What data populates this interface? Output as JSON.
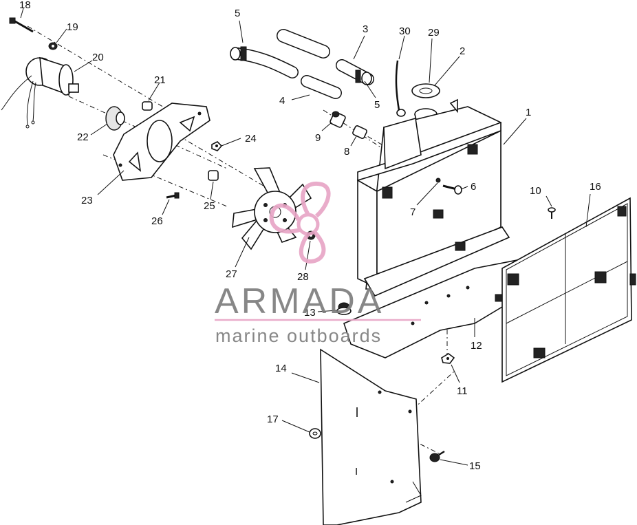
{
  "diagram": {
    "callouts": [
      "1",
      "2",
      "3",
      "4",
      "5",
      "5",
      "6",
      "7",
      "8",
      "9",
      "10",
      "11",
      "12",
      "13",
      "14",
      "15",
      "16",
      "17",
      "18",
      "19",
      "20",
      "21",
      "22",
      "23",
      "24",
      "25",
      "26",
      "27",
      "28",
      "29",
      "30"
    ],
    "panel_marking": "I"
  },
  "watermark": {
    "brand": "ARMADA",
    "tagline": "marine outboards",
    "accent_color": "#e8a6c6",
    "text_color": "#7d7d7d",
    "logo_icon": "propeller-logo-icon"
  }
}
